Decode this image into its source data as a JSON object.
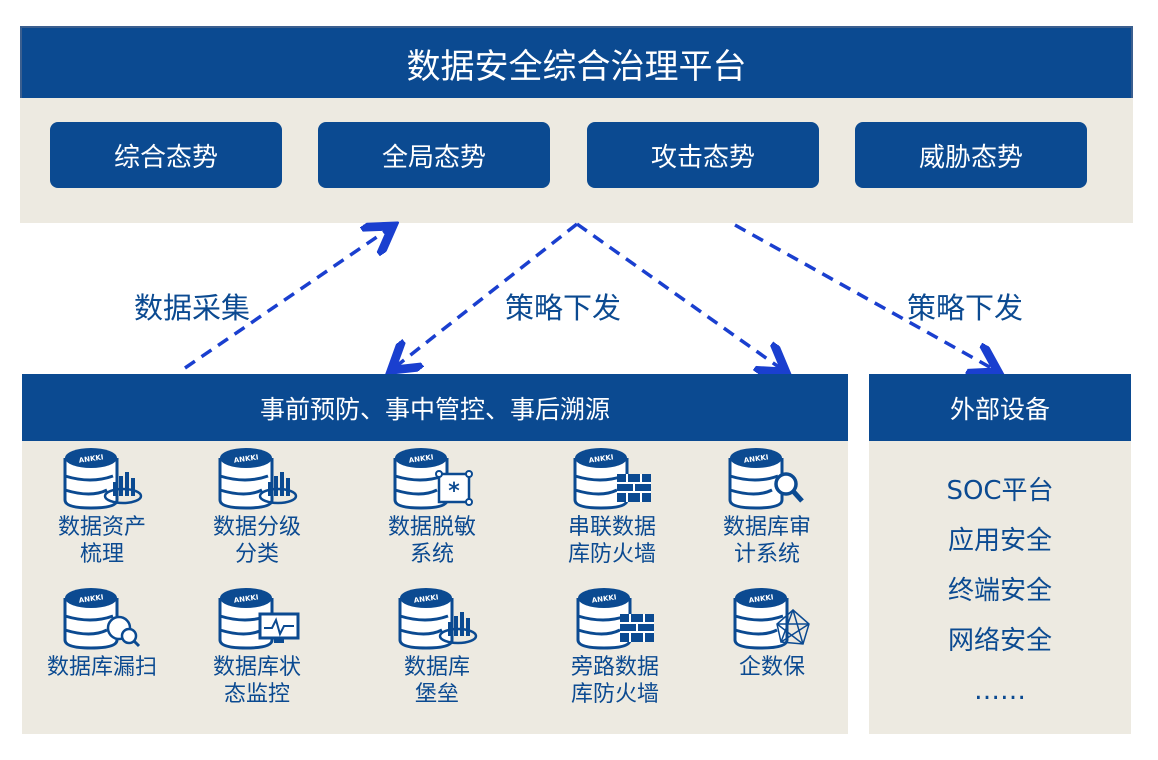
{
  "title": "数据安全综合治理平台",
  "tabs": [
    {
      "label": "综合态势"
    },
    {
      "label": "全局态势"
    },
    {
      "label": "攻击态势"
    },
    {
      "label": "威胁态势"
    }
  ],
  "arrows": {
    "collect": "数据采集",
    "policy_left": "策略下发",
    "policy_right": "策略下发"
  },
  "main_panel": {
    "header": "事前预防、事中管控、事后溯源",
    "items": [
      {
        "label": "数据资产\n梳理",
        "icon": "database-chart-icon"
      },
      {
        "label": "数据分级\n分类",
        "icon": "database-chart-icon"
      },
      {
        "label": "数据脱敏\n系统",
        "icon": "database-mask-icon"
      },
      {
        "label": "串联数据\n库防火墙",
        "icon": "database-firewall-icon"
      },
      {
        "label": "数据库审\n计系统",
        "icon": "database-search-icon"
      },
      {
        "label": "数据库漏扫",
        "icon": "database-bug-icon"
      },
      {
        "label": "数据库状\n态监控",
        "icon": "database-monitor-icon"
      },
      {
        "label": "数据库\n堡垒",
        "icon": "database-chart-icon"
      },
      {
        "label": "旁路数据\n库防火墙",
        "icon": "database-firewall-icon"
      },
      {
        "label": "企数保",
        "icon": "database-network-icon"
      }
    ],
    "icon_brand": "ANKKI"
  },
  "external": {
    "header": "外部设备",
    "items": [
      "SOC平台",
      "应用安全",
      "终端安全",
      "网络安全",
      "……"
    ]
  },
  "colors": {
    "primary": "#0b4a91",
    "panel": "#edeae1",
    "arrow": "#1a3fcf"
  }
}
